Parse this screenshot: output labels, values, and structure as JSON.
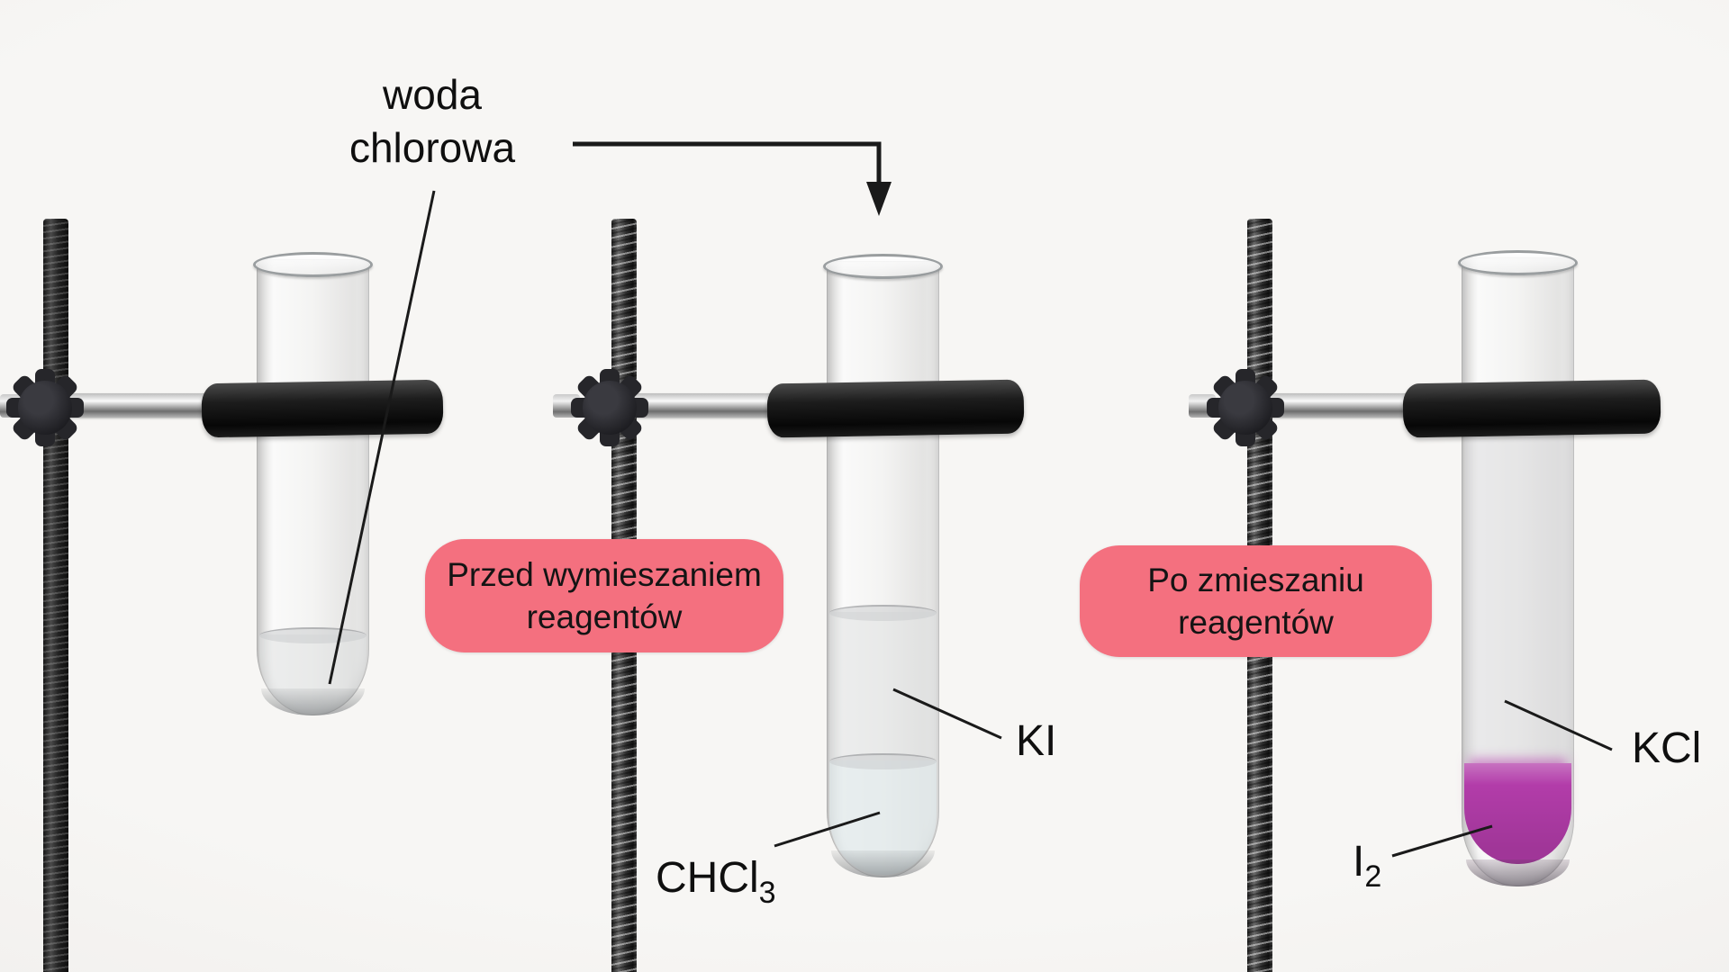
{
  "diagram": {
    "annotation_labels": {
      "woda_chlorowa": {
        "line1": "woda",
        "line2": "chlorowa"
      },
      "ki": "KI",
      "chcl3_base": "CHCl",
      "chcl3_sub": "3",
      "kcl": "KCl",
      "i2_base": "I",
      "i2_sub": "2"
    },
    "badges": {
      "before": {
        "line1": "Przed wymieszaniem",
        "line2": "reagentów"
      },
      "after": {
        "line1": "Po zmieszaniu",
        "line2": "reagentów"
      }
    },
    "colors": {
      "badge_pink": "#f4707f",
      "iodine_layer_purple": "#b23ca9",
      "annotation_line": "#1a1a1a"
    }
  }
}
